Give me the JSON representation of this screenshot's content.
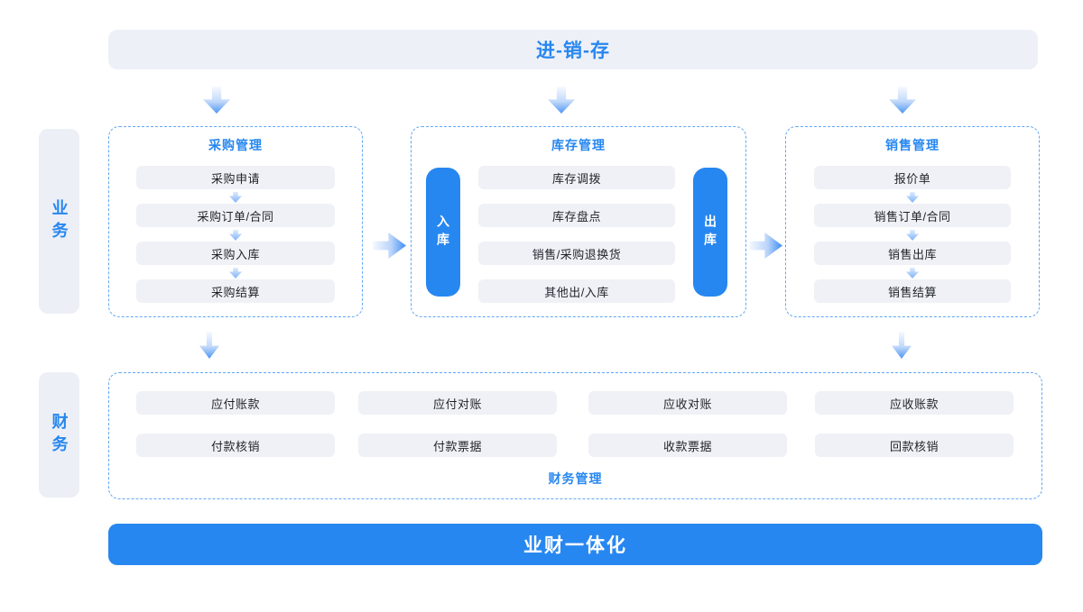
{
  "header": {
    "title": "进-销-存"
  },
  "footer": {
    "title": "业财一体化"
  },
  "side_labels": {
    "business": "业务",
    "finance": "财务"
  },
  "business": {
    "purchase": {
      "title": "采购管理",
      "items": [
        "采购申请",
        "采购订单/合同",
        "采购入库",
        "采购结算"
      ]
    },
    "inventory": {
      "title": "库存管理",
      "inbound_label": "入库",
      "outbound_label": "出库",
      "items": [
        "库存调拨",
        "库存盘点",
        "销售/采购退换货",
        "其他出/入库"
      ]
    },
    "sales": {
      "title": "销售管理",
      "items": [
        "报价单",
        "销售订单/合同",
        "销售出库",
        "销售结算"
      ]
    }
  },
  "finance": {
    "title": "财务管理",
    "row1": [
      "应付账款",
      "应付对账",
      "应收对账",
      "应收账款"
    ],
    "row2": [
      "付款核销",
      "付款票据",
      "收款票据",
      "回款核销"
    ]
  },
  "colors": {
    "accent": "#2787F0",
    "light_bg": "#EEF0F7",
    "item_bg": "#EFF1F6",
    "dashed_border": "#62A7F5",
    "text_dark": "#1F2329"
  }
}
